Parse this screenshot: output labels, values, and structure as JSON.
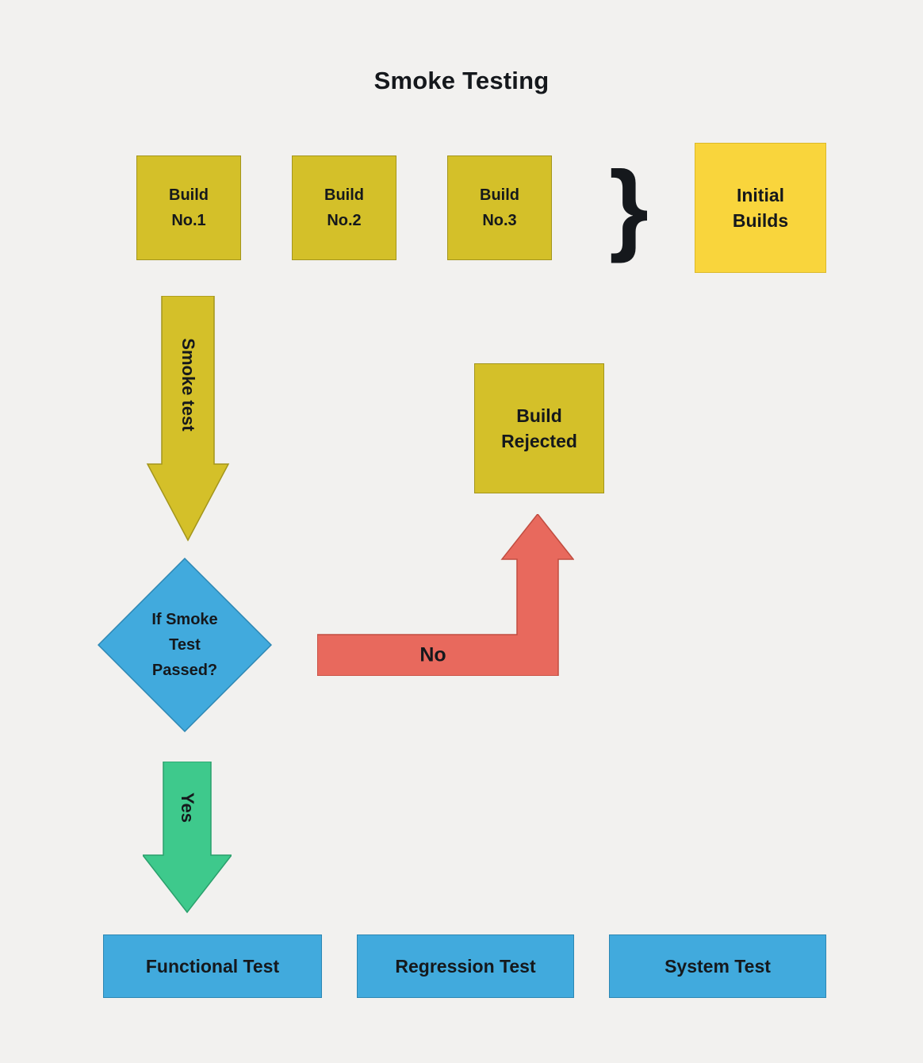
{
  "title": "Smoke Testing",
  "colors": {
    "background": "#f2f1ef",
    "build_box": "#d4c029",
    "initial_builds_box": "#f9d53c",
    "decision_diamond": "#41aadd",
    "test_box": "#41aadd",
    "no_arrow": "#e8695d",
    "yes_arrow": "#3ec98c",
    "smoke_arrow": "#d4c029",
    "text": "#15181c"
  },
  "brace_glyph": "}",
  "builds": [
    {
      "label": "Build\nNo.1"
    },
    {
      "label": "Build\nNo.2"
    },
    {
      "label": "Build\nNo.3"
    }
  ],
  "initial_builds": {
    "label": "Initial\nBuilds"
  },
  "smoke_test_arrow": {
    "label": "Smoke test"
  },
  "decision": {
    "label": "If Smoke\nTest\nPassed?"
  },
  "build_rejected": {
    "label": "Build\nRejected"
  },
  "no_arrow": {
    "label": "No"
  },
  "yes_arrow": {
    "label": "Yes"
  },
  "bottom_tests": [
    {
      "label": "Functional Test"
    },
    {
      "label": "Regression Test"
    },
    {
      "label": "System Test"
    }
  ]
}
